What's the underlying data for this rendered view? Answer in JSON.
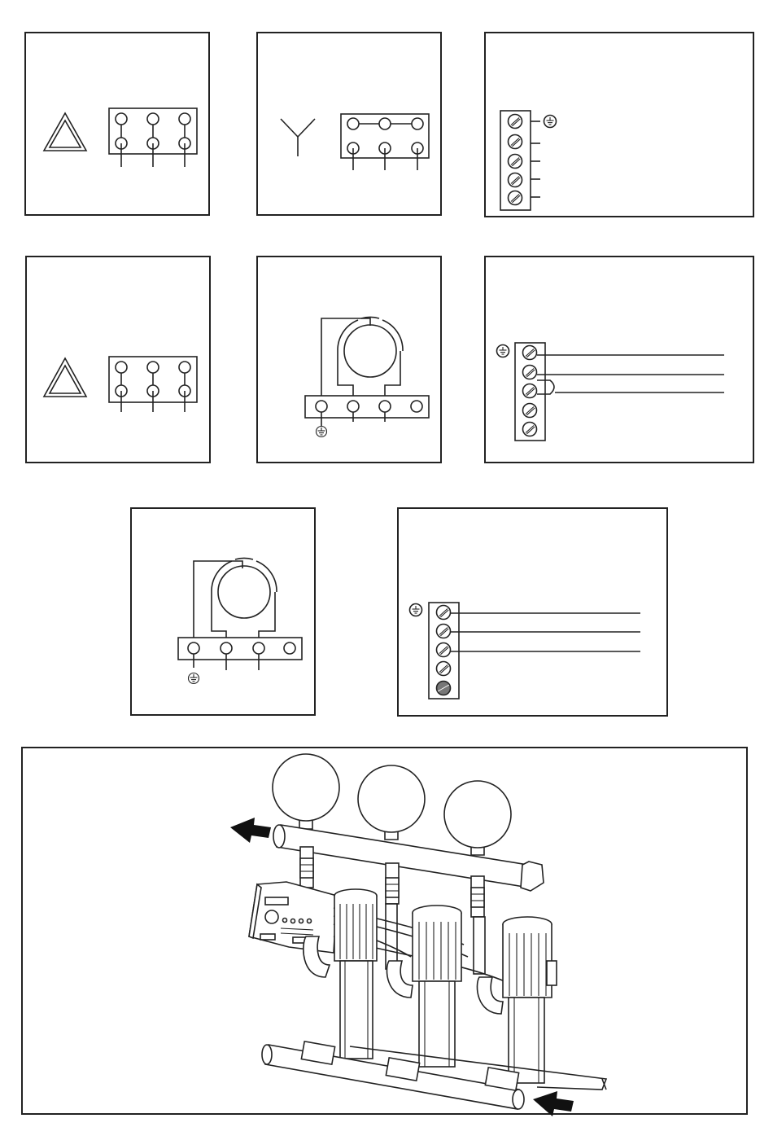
{
  "panels": [
    {
      "id": "delta-terminal-1",
      "symbol": "delta",
      "link": "vertical"
    },
    {
      "id": "star-terminal",
      "symbol": "star",
      "link": "horizontal"
    },
    {
      "id": "terminal-strip-1",
      "screws": 5
    },
    {
      "id": "delta-terminal-2",
      "symbol": "delta",
      "link": "vertical"
    },
    {
      "id": "single-phase-motor-1"
    },
    {
      "id": "terminal-strip-2",
      "screws": 5
    },
    {
      "id": "single-phase-motor-2"
    },
    {
      "id": "terminal-strip-3",
      "screws": 5
    }
  ],
  "pump_station": {
    "pumps": 3,
    "pressure_tanks": 3,
    "arrows": [
      "outlet-arrow",
      "inlet-arrow"
    ]
  },
  "colors": {
    "stroke": "#222222",
    "background": "#ffffff",
    "shaded_screw": "#777777"
  }
}
